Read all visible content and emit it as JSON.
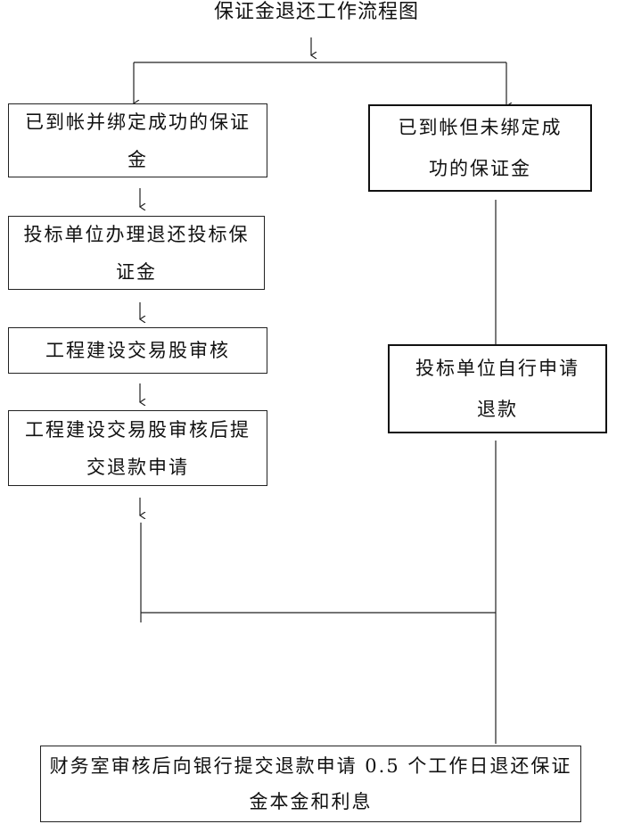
{
  "title": "保证金退还工作流程图",
  "nodes": {
    "left_1": "已到帐并绑定成功的保证金",
    "left_2": "投标单位办理退还投标保证金",
    "left_3": "工程建设交易股审核",
    "left_4": "工程建设交易股审核后提交退款申请",
    "right_1": "已到帐但未绑定成功的保证金",
    "right_2": "投标单位自行申请退款",
    "final": "财务室审核后向银行提交退款申请 0.5 个工作日退还保证金本金和利息"
  },
  "colors": {
    "line": "#222222",
    "background": "#ffffff"
  }
}
